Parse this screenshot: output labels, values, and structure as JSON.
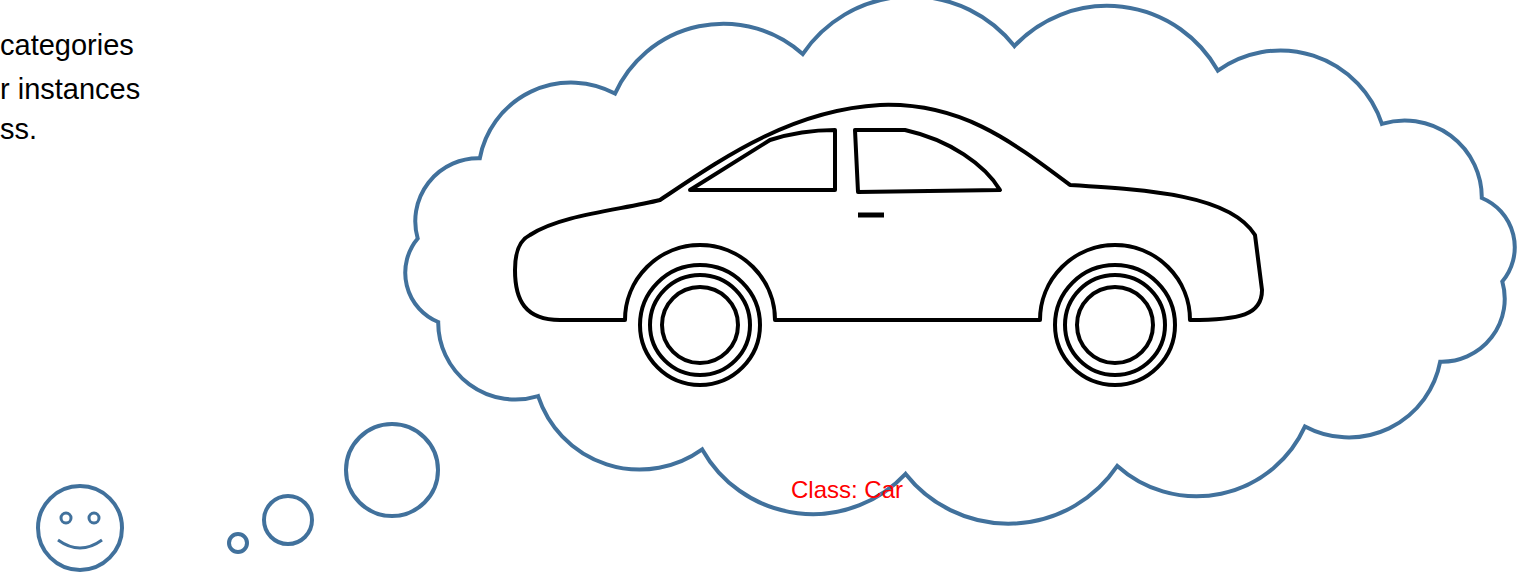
{
  "diagram": {
    "nodes": [
      {
        "text": [
          "Class: Car"
        ]
      }
    ],
    "labels": [
      "categories",
      "r instances",
      "ss."
    ]
  }
}
